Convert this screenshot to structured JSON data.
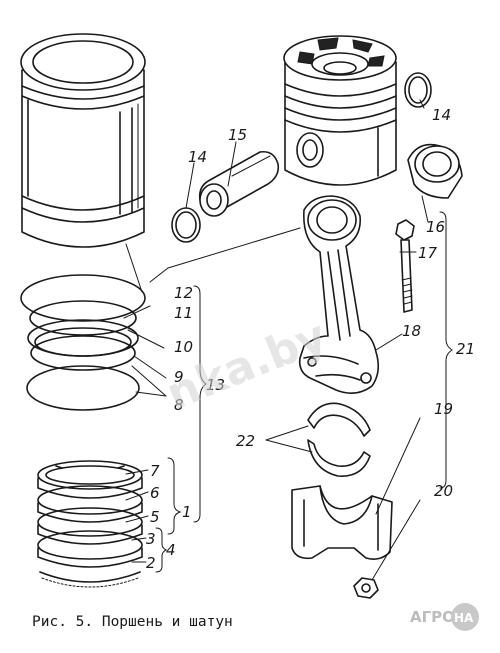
{
  "caption": "Рис. 5. Поршень и шатун",
  "watermark": "nka.by",
  "brand": {
    "part1": "АГРО",
    "part2": "НА"
  },
  "labels": {
    "l14a": "14",
    "l14b": "14",
    "l15": "15",
    "l16": "16",
    "l17": "17",
    "l12": "12",
    "l11": "11",
    "l10": "10",
    "l9": "9",
    "l13": "13",
    "l8": "8",
    "l18": "18",
    "l21": "21",
    "l19": "19",
    "l22": "22",
    "l20": "20",
    "l7": "7",
    "l6": "6",
    "l5": "5",
    "l3": "3",
    "l4": "4",
    "l2": "2",
    "l1": "1"
  },
  "colors": {
    "ink": "#1a1a1a",
    "background": "#ffffff",
    "watermark": "#d3d3d3"
  }
}
